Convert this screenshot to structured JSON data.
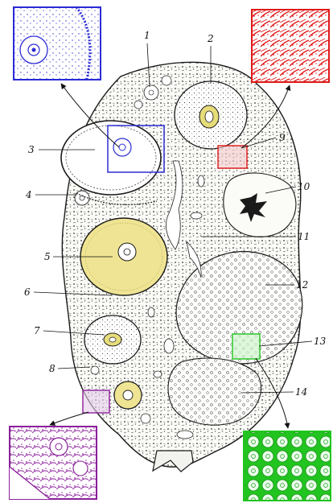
{
  "diagram": {
    "labels": [
      {
        "id": "1",
        "text": "1"
      },
      {
        "id": "2",
        "text": "2"
      },
      {
        "id": "3",
        "text": "3"
      },
      {
        "id": "4",
        "text": "4"
      },
      {
        "id": "5",
        "text": "5"
      },
      {
        "id": "6",
        "text": "6"
      },
      {
        "id": "7",
        "text": "7"
      },
      {
        "id": "8",
        "text": "8"
      },
      {
        "id": "9",
        "text": "9"
      },
      {
        "id": "10",
        "text": "10"
      },
      {
        "id": "11",
        "text": "11"
      },
      {
        "id": "12",
        "text": "12"
      },
      {
        "id": "13",
        "text": "13"
      },
      {
        "id": "14",
        "text": "14"
      }
    ],
    "colors": {
      "blue": "#2b2bd6",
      "red": "#e01818",
      "purple": "#8a1f9a",
      "green": "#22c41f",
      "yellow": "#efe493",
      "ink": "#1a1a1a"
    }
  }
}
